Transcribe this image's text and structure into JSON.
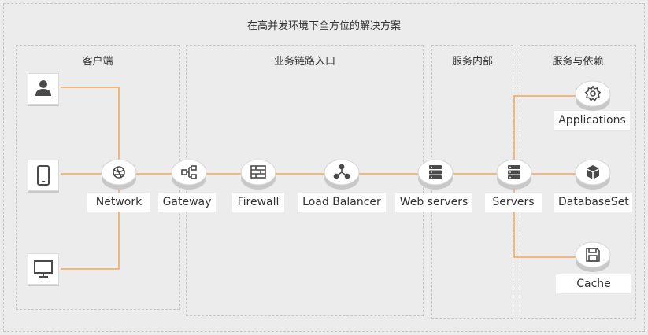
{
  "title": "在高并发环境下全方位的解决方案",
  "zones": {
    "client": "客户端",
    "entry": "业务链路入口",
    "internal": "服务内部",
    "deps": "服务与依赖"
  },
  "clients": [
    {
      "icon": "user-icon"
    },
    {
      "icon": "phone-icon"
    },
    {
      "icon": "monitor-icon"
    }
  ],
  "nodes": {
    "network": {
      "label": "Network",
      "icon": "network-icon"
    },
    "gateway": {
      "label": "Gateway",
      "icon": "gateway-icon"
    },
    "firewall": {
      "label": "Firewall",
      "icon": "firewall-icon"
    },
    "lb": {
      "label": "Load Balancer",
      "icon": "load-balancer-icon"
    },
    "web": {
      "label": "Web servers",
      "icon": "server-icon"
    },
    "servers": {
      "label": "Servers",
      "icon": "server-icon"
    },
    "apps": {
      "label": "Applications",
      "icon": "gear-icon"
    },
    "db": {
      "label": "DatabaseSet",
      "icon": "cube-icon"
    },
    "cache": {
      "label": "Cache",
      "icon": "save-icon"
    }
  },
  "colors": {
    "link": "#f5a55a",
    "icon": "#4a4a4a",
    "background": "#ececec"
  }
}
